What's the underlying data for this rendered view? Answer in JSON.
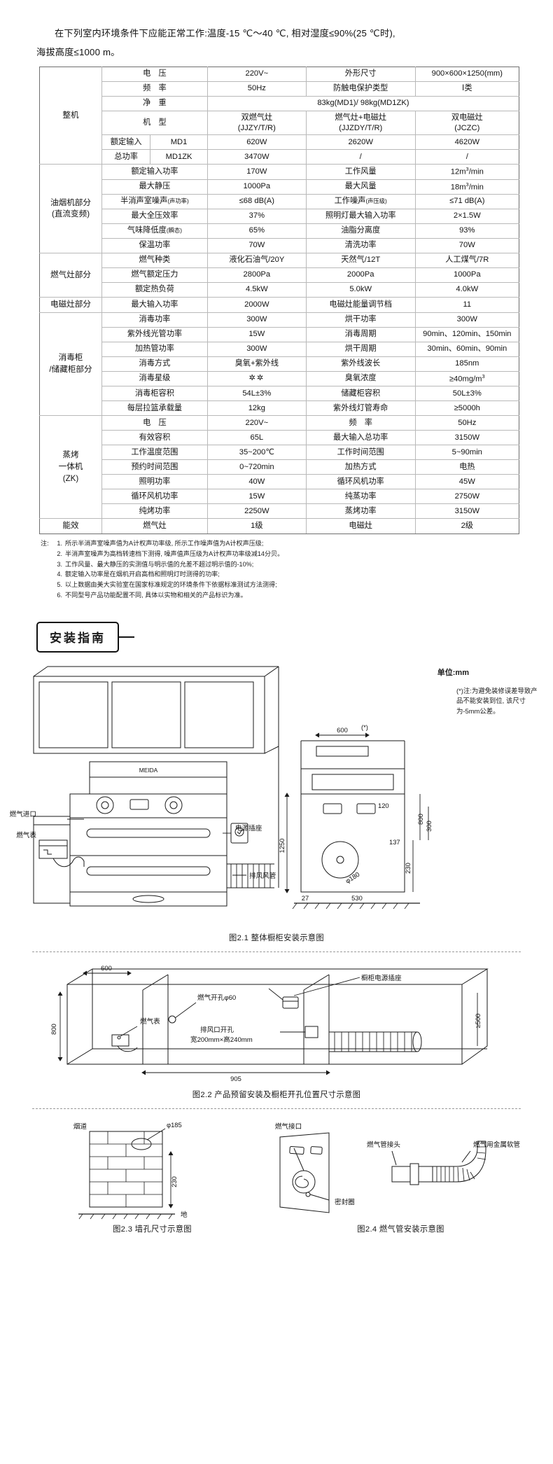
{
  "intro": {
    "line1": "在下列室内环境条件下应能正常工作:温度-15 ℃～40 ℃, 相对湿度≤90%(25 ℃时),",
    "line2": "海拔高度≤1000 m。"
  },
  "spec_table": {
    "sections": [
      {
        "name": "整机",
        "rows": [
          {
            "cells": [
              {
                "t": "电　压",
                "w": 2
              },
              {
                "t": "220V~"
              },
              {
                "t": "外形尺寸"
              },
              {
                "t": "900×600×1250(mm)"
              }
            ]
          },
          {
            "cells": [
              {
                "t": "频　率",
                "w": 2
              },
              {
                "t": "50Hz"
              },
              {
                "t": "防触电保护类型"
              },
              {
                "t": "Ⅰ类"
              }
            ]
          },
          {
            "cells": [
              {
                "t": "净　重",
                "w": 2
              },
              {
                "t": "83kg(MD1)/ 98kg(MD1ZK)",
                "span": 3
              }
            ]
          },
          {
            "cells": [
              {
                "t": "机　型",
                "w": 2
              },
              {
                "t": "双燃气灶",
                "t2": "(JJZY/T/R)"
              },
              {
                "t": "燃气灶+电磁灶",
                "t2": "(JJZDY/T/R)"
              },
              {
                "t": "双电磁灶",
                "t2": "(JCZC)"
              }
            ]
          },
          {
            "cells": [
              {
                "t": "额定输入",
                "rs": "top"
              },
              {
                "t": "MD1"
              },
              {
                "t": "620W"
              },
              {
                "t": "2620W"
              },
              {
                "t": "4620W"
              }
            ]
          },
          {
            "cells": [
              {
                "t": "总功率",
                "rs": "bot"
              },
              {
                "t": "MD1ZK"
              },
              {
                "t": "3470W"
              },
              {
                "t": "/"
              },
              {
                "t": "/"
              }
            ]
          }
        ]
      },
      {
        "name": "油烟机部分",
        "name2": "(直流变频)",
        "rows": [
          {
            "cells": [
              {
                "t": "额定输入功率",
                "w": 2
              },
              {
                "t": "170W"
              },
              {
                "t": "工作风量"
              },
              {
                "t": "12m³/min",
                "unit": true
              }
            ]
          },
          {
            "cells": [
              {
                "t": "最大静压",
                "w": 2
              },
              {
                "t": "1000Pa"
              },
              {
                "t": "最大风量"
              },
              {
                "t": "18m³/min",
                "unit": true
              }
            ]
          },
          {
            "cells": [
              {
                "t": "半消声室噪声",
                "sub": "(声功率)",
                "w": 2
              },
              {
                "t": "≤68 dB(A)"
              },
              {
                "t": "工作噪声",
                "sub": "(声压级)"
              },
              {
                "t": "≤71 dB(A)"
              }
            ]
          },
          {
            "cells": [
              {
                "t": "最大全压效率",
                "w": 2
              },
              {
                "t": "37%"
              },
              {
                "t": "照明灯最大输入功率"
              },
              {
                "t": "2×1.5W"
              }
            ]
          },
          {
            "cells": [
              {
                "t": "气味降低度",
                "sub": "(瞬态)",
                "w": 2
              },
              {
                "t": "65%"
              },
              {
                "t": "油脂分离度"
              },
              {
                "t": "93%"
              }
            ]
          },
          {
            "cells": [
              {
                "t": "保温功率",
                "w": 2
              },
              {
                "t": "70W"
              },
              {
                "t": "清洗功率"
              },
              {
                "t": "70W"
              }
            ]
          }
        ]
      },
      {
        "name": "燃气灶部分",
        "rows": [
          {
            "cells": [
              {
                "t": "燃气种类",
                "w": 2
              },
              {
                "t": "液化石油气/20Y"
              },
              {
                "t": "天然气/12T"
              },
              {
                "t": "人工煤气/7R"
              }
            ]
          },
          {
            "cells": [
              {
                "t": "燃气额定压力",
                "w": 2
              },
              {
                "t": "2800Pa"
              },
              {
                "t": "2000Pa"
              },
              {
                "t": "1000Pa"
              }
            ]
          },
          {
            "cells": [
              {
                "t": "额定热负荷",
                "w": 2
              },
              {
                "t": "4.5kW"
              },
              {
                "t": "5.0kW"
              },
              {
                "t": "4.0kW"
              }
            ]
          }
        ]
      },
      {
        "name": "电磁灶部分",
        "rows": [
          {
            "cells": [
              {
                "t": "最大输入功率",
                "w": 2
              },
              {
                "t": "2000W"
              },
              {
                "t": "电磁灶能量调节档"
              },
              {
                "t": "11"
              }
            ]
          }
        ]
      },
      {
        "name": "消毒柜",
        "name2": "/储藏柜部分",
        "rows": [
          {
            "cells": [
              {
                "t": "消毒功率",
                "w": 2
              },
              {
                "t": "300W"
              },
              {
                "t": "烘干功率"
              },
              {
                "t": "300W"
              }
            ]
          },
          {
            "cells": [
              {
                "t": "紫外线光管功率",
                "w": 2
              },
              {
                "t": "15W"
              },
              {
                "t": "消毒周期"
              },
              {
                "t": "90min、120min、150min"
              }
            ]
          },
          {
            "cells": [
              {
                "t": "加热管功率",
                "w": 2
              },
              {
                "t": "300W"
              },
              {
                "t": "烘干周期"
              },
              {
                "t": "30min、60min、90min"
              }
            ]
          },
          {
            "cells": [
              {
                "t": "消毒方式",
                "w": 2
              },
              {
                "t": "臭氧+紫外线"
              },
              {
                "t": "紫外线波长"
              },
              {
                "t": "185nm"
              }
            ]
          },
          {
            "cells": [
              {
                "t": "消毒星级",
                "w": 2
              },
              {
                "t": "✲✲",
                "star": true
              },
              {
                "t": "臭氧浓度"
              },
              {
                "t": "≥40mg/m³",
                "unit": true
              }
            ]
          },
          {
            "cells": [
              {
                "t": "消毒柜容积",
                "w": 2
              },
              {
                "t": "54L±3%"
              },
              {
                "t": "储藏柜容积"
              },
              {
                "t": "50L±3%"
              }
            ]
          },
          {
            "cells": [
              {
                "t": "每层拉篮承载量",
                "w": 2
              },
              {
                "t": "12kg"
              },
              {
                "t": "紫外线灯管寿命"
              },
              {
                "t": "≥5000h"
              }
            ]
          }
        ]
      },
      {
        "name": "蒸烤",
        "name2": "一体机",
        "name3": "(ZK)",
        "rows": [
          {
            "cells": [
              {
                "t": "电　压",
                "w": 2
              },
              {
                "t": "220V~"
              },
              {
                "t": "频　率"
              },
              {
                "t": "50Hz"
              }
            ]
          },
          {
            "cells": [
              {
                "t": "有效容积",
                "w": 2
              },
              {
                "t": "65L"
              },
              {
                "t": "最大输入总功率"
              },
              {
                "t": "3150W"
              }
            ]
          },
          {
            "cells": [
              {
                "t": "工作温度范围",
                "w": 2
              },
              {
                "t": "35~200℃"
              },
              {
                "t": "工作时间范围"
              },
              {
                "t": "5~90min"
              }
            ]
          },
          {
            "cells": [
              {
                "t": "预约时间范围",
                "w": 2
              },
              {
                "t": "0~720min"
              },
              {
                "t": "加热方式"
              },
              {
                "t": "电热"
              }
            ]
          },
          {
            "cells": [
              {
                "t": "照明功率",
                "w": 2
              },
              {
                "t": "40W"
              },
              {
                "t": "循环风机功率"
              },
              {
                "t": "45W"
              }
            ]
          },
          {
            "cells": [
              {
                "t": "循环风机功率",
                "w": 2
              },
              {
                "t": "15W"
              },
              {
                "t": "纯蒸功率"
              },
              {
                "t": "2750W"
              }
            ]
          },
          {
            "cells": [
              {
                "t": "纯烤功率",
                "w": 2
              },
              {
                "t": "2250W"
              },
              {
                "t": "蒸烤功率"
              },
              {
                "t": "3150W"
              }
            ]
          }
        ]
      },
      {
        "name": "能效",
        "rows": [
          {
            "cells": [
              {
                "t": "燃气灶",
                "w": 2
              },
              {
                "t": "1级"
              },
              {
                "t": "电磁灶"
              },
              {
                "t": "2级"
              }
            ]
          }
        ]
      }
    ]
  },
  "notes": {
    "lead": "注:",
    "items": [
      "所示半消声室噪声值为A计权声功率级, 所示工作噪声值为A计权声压级;",
      "半消声室噪声为高档转速档下测得, 噪声值声压级为A计权声功率级减14分贝。",
      "工作风量、最大静压的实测值与明示值的允差不超过明示值的-10%;",
      "额定输入功率是在烟机开启高档和照明灯时测得的功率;",
      "以上数据由美大实验室在国家标准规定的环境条件下依据标准测试方法测得;",
      "不同型号产品功能配置不同, 具体以实物和相关的产品标识为准。"
    ]
  },
  "install_guide": {
    "title": "安装指南",
    "unit_label": "单位:mm",
    "side_note": "(*)注:为避免装修误差导致产品不能安装到位, 该尺寸为-5mm公差。",
    "fig1": {
      "caption": "图2.1 整体橱柜安装示意图",
      "labels": {
        "gas_inlet": "燃气进口",
        "gas_meter": "燃气表",
        "power_socket": "电源插座",
        "exhaust_duct": "排风风管",
        "brand": "MEIDA"
      },
      "dims": {
        "height_1250": "1250",
        "w_600": "600",
        "star": "(*)",
        "d_800": "800",
        "d_300": "300",
        "d_230": "230",
        "d_120": "120",
        "d_137": "137",
        "d_180": "φ180",
        "d_530": "530",
        "d_27": "27"
      }
    },
    "fig2": {
      "caption": "图2.2 产品预留安装及橱柜开孔位置尺寸示意图",
      "labels": {
        "socket": "橱柜电源插座",
        "gas_hole": "燃气开孔φ60",
        "gas_meter": "燃气表",
        "vent_hole": "排风口开孔",
        "vent_size": "宽200mm×高240mm"
      },
      "dims": {
        "d_600": "600",
        "d_800": "800",
        "d_905": "905",
        "d_500": "≥500"
      }
    },
    "fig3": {
      "caption": "图2.3 墙孔尺寸示意图",
      "labels": {
        "flue": "烟道",
        "ground": "地"
      },
      "dims": {
        "d_185": "φ185",
        "d_230": "230"
      }
    },
    "fig4": {
      "caption": "图2.4 燃气管安装示意图",
      "labels": {
        "gas_port": "燃气接口",
        "seal_tape": "密封圈",
        "gas_joint": "燃气管接头",
        "metal_hose": "燃气用金属软管"
      }
    }
  }
}
